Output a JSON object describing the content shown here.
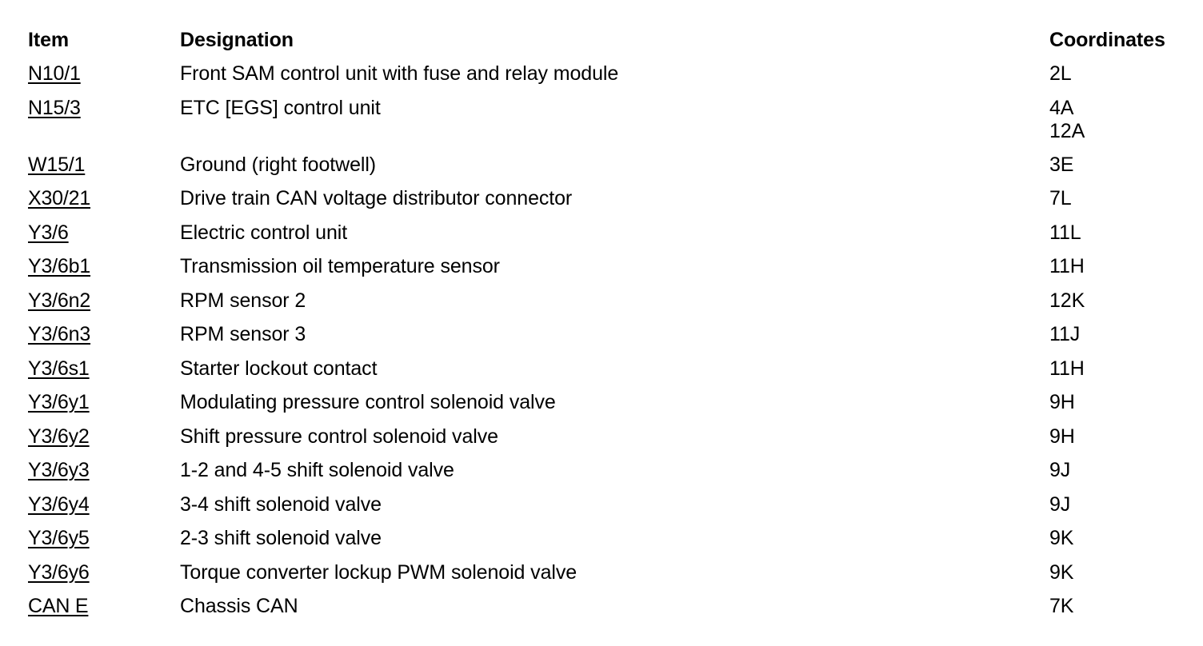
{
  "table": {
    "headers": {
      "item": "Item",
      "designation": "Designation",
      "coordinates": "Coordinates"
    },
    "rows": [
      {
        "item": "N10/1",
        "designation": "Front SAM control unit with fuse and relay module",
        "coordinates": [
          "2L"
        ]
      },
      {
        "item": "N15/3",
        "designation": "ETC [EGS] control unit",
        "coordinates": [
          "4A",
          "12A"
        ]
      },
      {
        "item": "W15/1",
        "designation": "Ground (right footwell)",
        "coordinates": [
          "3E"
        ]
      },
      {
        "item": "X30/21",
        "designation": "Drive train CAN voltage distributor connector",
        "coordinates": [
          "7L"
        ]
      },
      {
        "item": "Y3/6",
        "designation": "Electric control unit",
        "coordinates": [
          "11L"
        ]
      },
      {
        "item": "Y3/6b1",
        "designation": "Transmission oil temperature sensor",
        "coordinates": [
          "11H"
        ]
      },
      {
        "item": "Y3/6n2",
        "designation": "RPM sensor 2",
        "coordinates": [
          "12K"
        ]
      },
      {
        "item": "Y3/6n3",
        "designation": "RPM sensor 3",
        "coordinates": [
          "11J"
        ]
      },
      {
        "item": "Y3/6s1",
        "designation": "Starter lockout contact",
        "coordinates": [
          "11H"
        ]
      },
      {
        "item": "Y3/6y1",
        "designation": "Modulating pressure control solenoid valve",
        "coordinates": [
          "9H"
        ]
      },
      {
        "item": "Y3/6y2",
        "designation": "Shift pressure control solenoid valve",
        "coordinates": [
          "9H"
        ]
      },
      {
        "item": "Y3/6y3",
        "designation": "1-2 and 4-5 shift solenoid valve",
        "coordinates": [
          "9J"
        ]
      },
      {
        "item": "Y3/6y4",
        "designation": "3-4 shift solenoid valve",
        "coordinates": [
          "9J"
        ]
      },
      {
        "item": "Y3/6y5",
        "designation": "2-3 shift solenoid valve",
        "coordinates": [
          "9K"
        ]
      },
      {
        "item": "Y3/6y6",
        "designation": "Torque converter lockup PWM solenoid valve",
        "coordinates": [
          "9K"
        ]
      },
      {
        "item": "CAN E",
        "designation": "Chassis CAN",
        "coordinates": [
          "7K"
        ]
      }
    ]
  },
  "colors": {
    "background": "#ffffff",
    "text": "#000000",
    "link": "#000000"
  }
}
